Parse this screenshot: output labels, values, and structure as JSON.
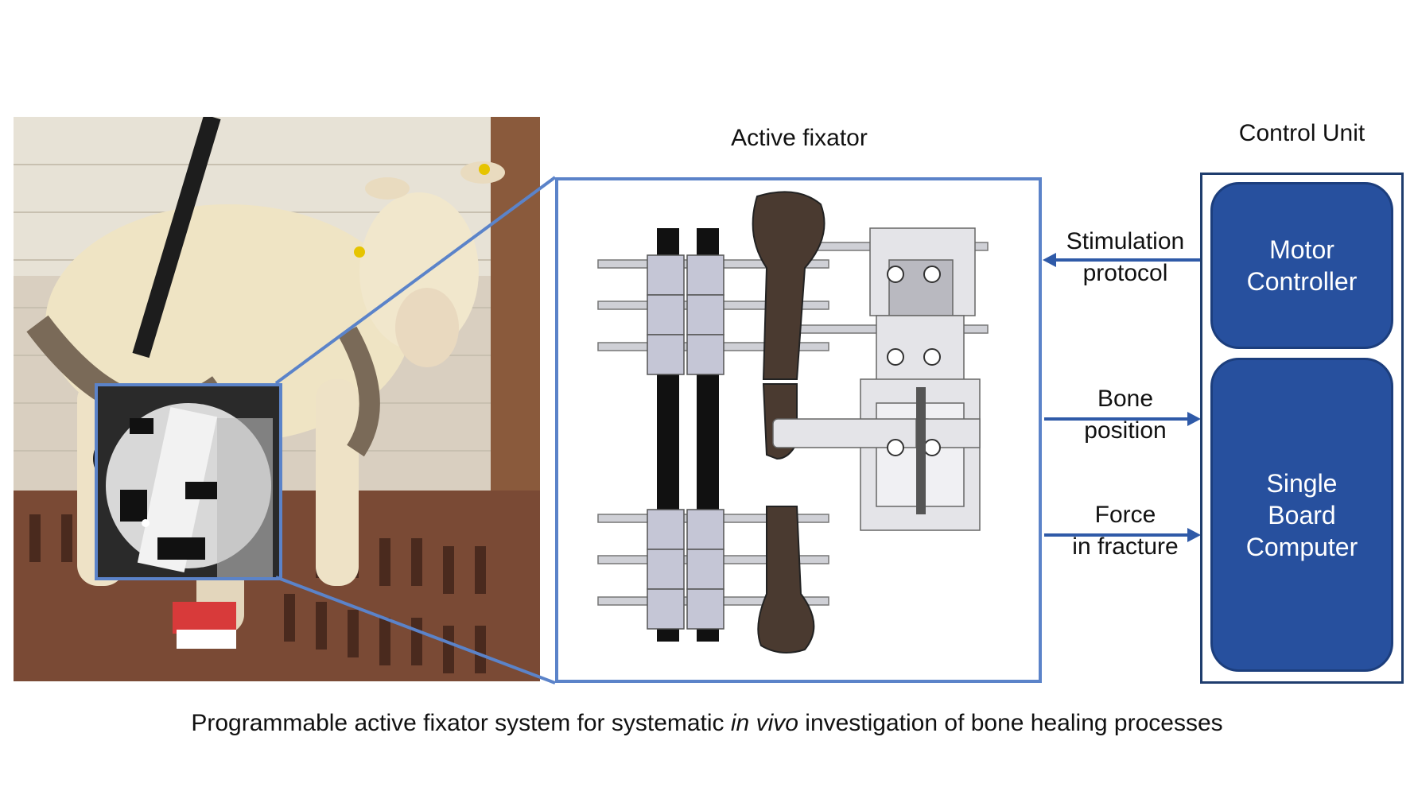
{
  "diagram": {
    "active_fixator_title": "Active fixator",
    "control_unit_title": "Control Unit",
    "motor_controller": "Motor Controller",
    "single_board_computer": "Single Board Computer",
    "arrows": {
      "stimulation_line1": "Stimulation",
      "stimulation_line2": "protocol",
      "bone_line1": "Bone",
      "bone_line2": "position",
      "force_line1": "Force",
      "force_line2": "in fracture"
    },
    "colors": {
      "accent_blue": "#5b83c9",
      "block_blue": "#27509e",
      "arrow_blue": "#2f5aa8"
    }
  },
  "caption": {
    "before": "Programmable active fixator system for systematic ",
    "italic": "in vivo",
    "after": " investigation of bone healing processes"
  }
}
